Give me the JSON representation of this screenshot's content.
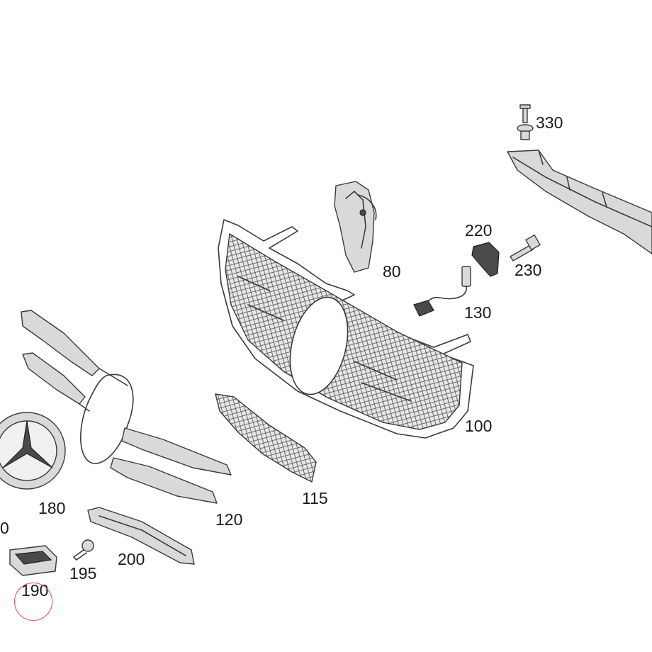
{
  "callouts": {
    "p330": "330",
    "p220": "220",
    "p230": "230",
    "p80": "80",
    "p130": "130",
    "p100": "100",
    "p115": "115",
    "p120": "120",
    "p180": "180",
    "p170_partial": "0",
    "p195": "195",
    "p200": "200",
    "p190": "190"
  },
  "highlight": {
    "target": "190",
    "color": "#e05050"
  },
  "icons": [
    "bolt-icon",
    "screw-icon",
    "connector-icon",
    "sensor-icon",
    "star-emblem-icon",
    "bracket-icon"
  ]
}
